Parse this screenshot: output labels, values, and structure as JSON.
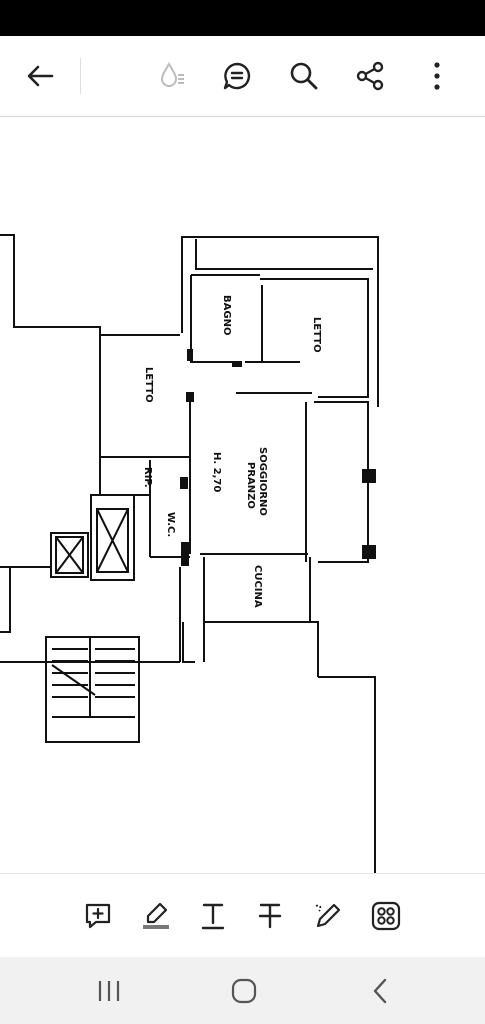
{
  "toolbar": {
    "back": "back-arrow-icon",
    "icons": [
      "droplet-icon",
      "chat-summary-icon",
      "search-icon",
      "share-icon",
      "more-vert-icon"
    ]
  },
  "floor_plan": {
    "labels": {
      "letto_top": "LETTO",
      "bagno": "BAGNO",
      "letto_left": "LETTO",
      "rip": "RIP.",
      "height": "H. 2,70",
      "pranzo": "PRANZO",
      "soggiorno": "SOGGIORNO",
      "wc": "W.C.",
      "cucina": "CUCINA"
    }
  },
  "bottom_tools": [
    "add-comment-icon",
    "highlighter-icon",
    "underline-icon",
    "strikethrough-icon",
    "pen-icon",
    "grid-icon"
  ],
  "nav": [
    "recents-icon",
    "home-icon",
    "back-icon"
  ]
}
